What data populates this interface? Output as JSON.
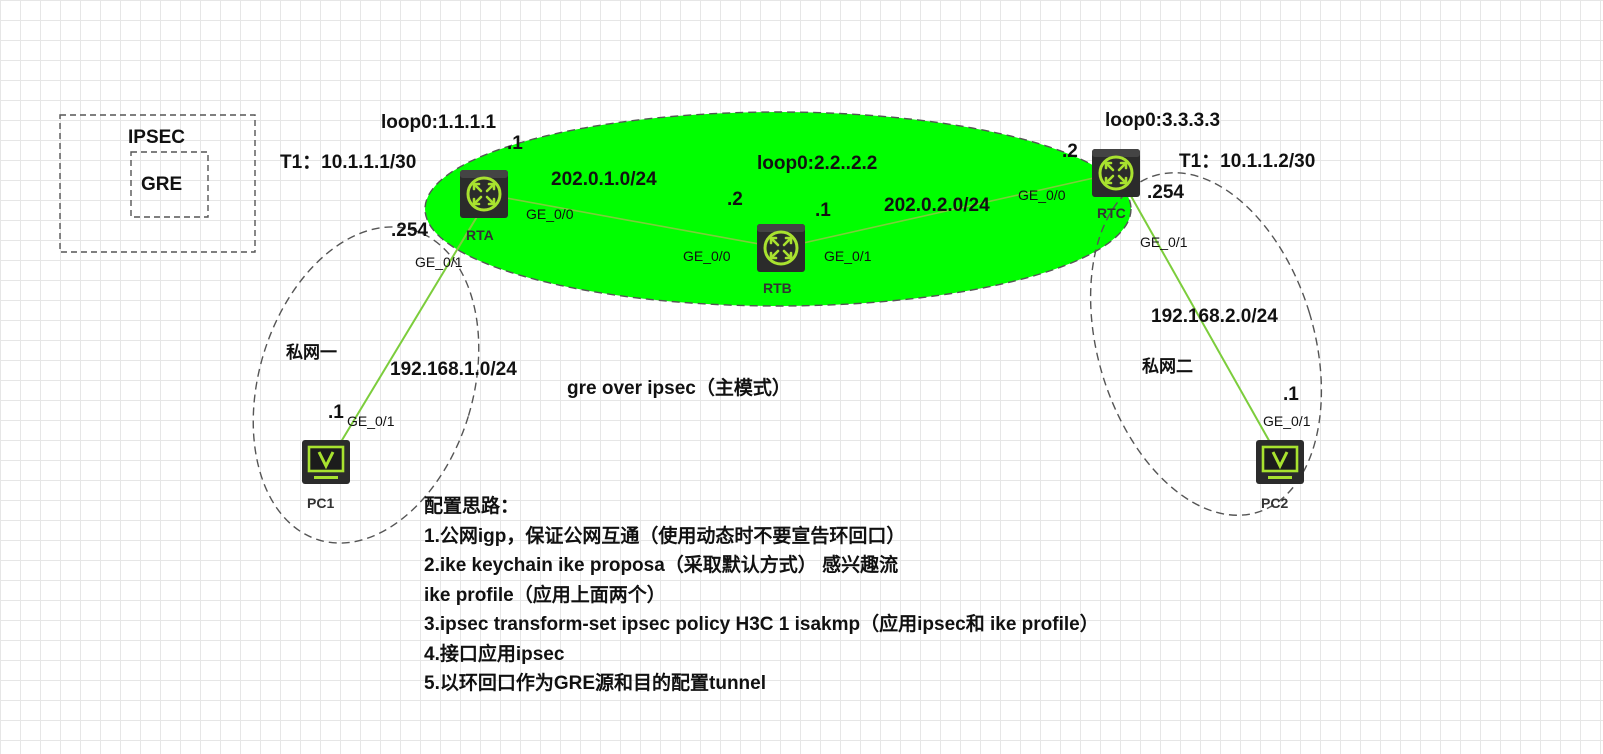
{
  "legend": {
    "outer": "IPSEC",
    "inner": "GRE"
  },
  "title": "gre over ipsec（主模式）",
  "devices": {
    "rta": "RTA",
    "rtb": "RTB",
    "rtc": "RTC",
    "pc1": "PC1",
    "pc2": "PC2"
  },
  "labels": {
    "rta_loop": "loop0:1.1.1.1",
    "rta_tunnel": "T1：10.1.1.1/30",
    "rta_dot1": ".1",
    "rta_dot254": ".254",
    "rta_ge00": "GE_0/0",
    "rta_ge01": "GE_0/1",
    "net_ab": "202.0.1.0/24",
    "rtb_loop": "loop0:2.2..2.2",
    "rtb_dot2": ".2",
    "rtb_dot1": ".1",
    "rtb_ge00": "GE_0/0",
    "rtb_ge01": "GE_0/1",
    "net_bc": "202.0.2.0/24",
    "rtc_loop": "loop0:3.3.3.3",
    "rtc_dot2": ".2",
    "rtc_ge00": "GE_0/0",
    "rtc_tunnel": "T1：10.1.1.2/30",
    "rtc_dot254": ".254",
    "rtc_ge01": "GE_0/1",
    "private1": "私网一",
    "net_pc1": "192.168.1.0/24",
    "pc1_dot1": ".1",
    "pc1_ge01": "GE_0/1",
    "private2": "私网二",
    "net_pc2": "192.168.2.0/24",
    "pc2_dot1": ".1",
    "pc2_ge01": "GE_0/1"
  },
  "notes": {
    "heading": "配置思路：",
    "lines": [
      "1.公网igp，保证公网互通（使用动态时不要宣告环回口）",
      "2.ike keychain      ike proposa（采取默认方式）  感兴趣流",
      "ike profile（应用上面两个）",
      "3.ipsec transform-set     ipsec policy H3C 1 isakmp（应用ipsec和 ike profile）",
      "4.接口应用ipsec",
      "5.以环回口作为GRE源和目的配置tunnel"
    ]
  },
  "colors": {
    "public_zone": "#00ff00",
    "link": "#7ccd3c",
    "device": "#2b2b2b",
    "device_accent": "#a8e22f"
  },
  "icons": {
    "router": "router-icon",
    "pc": "pc-monitor-icon"
  }
}
